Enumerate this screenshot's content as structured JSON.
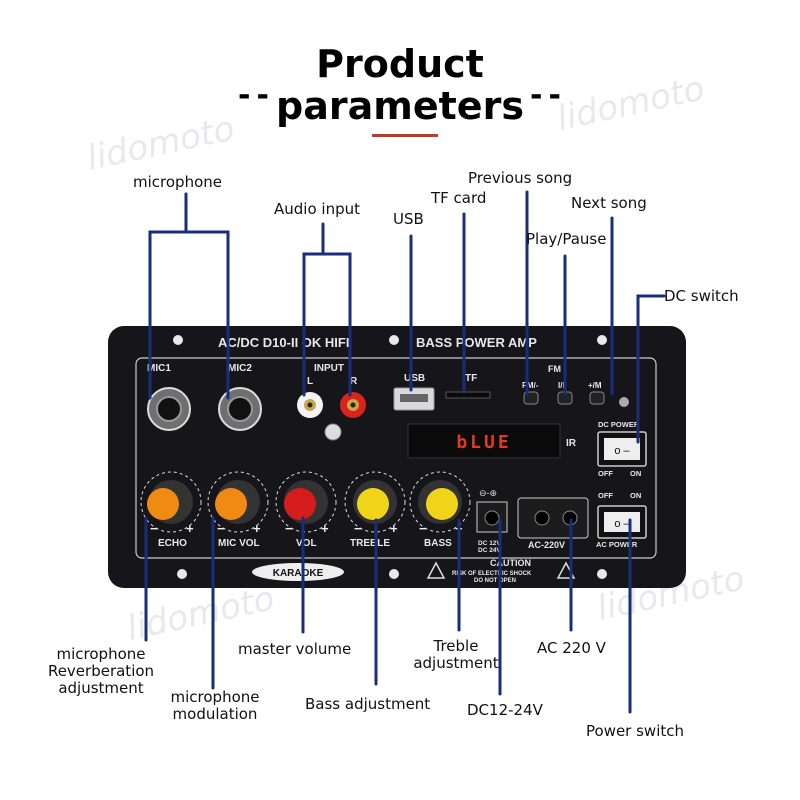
{
  "title": {
    "line1": "Product",
    "line2": "parameters",
    "dash_left": "--",
    "dash_right": "--"
  },
  "watermark": "lidomoto",
  "panel": {
    "model": "AC/DC D10-II OK HIFI",
    "brand": "BASS POWER AMP",
    "mic1": "MIC1",
    "mic2": "MIC2",
    "input": "INPUT",
    "input_l": "L",
    "input_r": "R",
    "usb": "USB",
    "tf": "TF",
    "fm": "FM",
    "btn_prev": "FM/-",
    "btn_play": "I/II",
    "btn_next": "+/M",
    "display": "bLUE",
    "ir": "IR",
    "dc_power": "DC POWER",
    "off": "OFF",
    "on": "ON",
    "ac_power": "AC POWER",
    "knob_echo": "ECHO",
    "knob_micvol": "MIC VOL",
    "knob_vol": "VOL",
    "knob_treble": "TREBLE",
    "knob_bass": "BASS",
    "minus": "−",
    "plus": "+",
    "dc_input": "DC 12V\nDC 24V",
    "ac_input": "AC-220V",
    "karaoke": "KARAOKE",
    "caution_title": "CAUTION",
    "caution_text1": "RISK OF ELECTRIC SHOCK",
    "caution_text2": "DO NOT OPEN",
    "colors": {
      "panel": "#15151a",
      "echo": "#f08a12",
      "micvol": "#f08a12",
      "vol": "#d61c1c",
      "treble": "#f0d41a",
      "bass": "#f0d41a",
      "display": "#e0392a",
      "leader": "#1a2d7a",
      "title_rule": "#c0392b"
    }
  },
  "labels": {
    "microphone": "microphone",
    "audio_input": "Audio input",
    "usb": "USB",
    "tf_card": "TF card",
    "previous_song": "Previous song",
    "play_pause": "Play/Pause",
    "next_song": "Next song",
    "dc_switch": "DC switch",
    "mic_reverb_1": "microphone",
    "mic_reverb_2": "Reverberation",
    "mic_reverb_3": "adjustment",
    "master_volume": "master volume",
    "mic_mod_1": "microphone",
    "mic_mod_2": "modulation",
    "bass_adjustment": "Bass adjustment",
    "treble_1": "Treble",
    "treble_2": "adjustment",
    "dc_voltage": "DC12-24V",
    "ac_voltage": "AC 220 V",
    "power_switch": "Power switch"
  }
}
